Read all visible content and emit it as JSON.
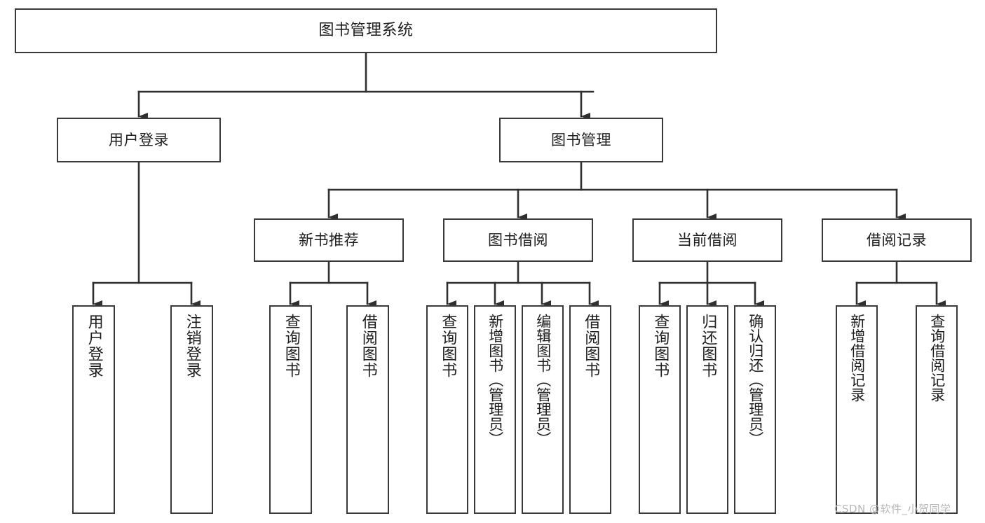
{
  "diagram": {
    "type": "tree-hierarchy",
    "title": "图书管理系统",
    "watermark": "CSDN @软件_小贺同学",
    "colors": {
      "box_border": "#3a3a3a",
      "box_fill": "#ffffff",
      "line": "#2f2f2f",
      "text": "#1d1d1d",
      "watermark": "#b9b9b9"
    },
    "root": {
      "label": "图书管理系统"
    },
    "level2": [
      {
        "id": "user-login",
        "label": "用户登录"
      },
      {
        "id": "book-management",
        "label": "图书管理"
      }
    ],
    "level3": [
      {
        "id": "new-book-recommend",
        "label": "新书推荐"
      },
      {
        "id": "book-borrow",
        "label": "图书借阅"
      },
      {
        "id": "current-borrow",
        "label": "当前借阅"
      },
      {
        "id": "borrow-record",
        "label": "借阅记录"
      }
    ],
    "leaves": {
      "user_login": [
        {
          "id": "leaf-user-login",
          "label": "用户登录"
        },
        {
          "id": "leaf-logout-login",
          "label": "注销登录"
        }
      ],
      "new_book_recommend": [
        {
          "id": "leaf-query-book-1",
          "label": "查询图书"
        },
        {
          "id": "leaf-borrow-book-1",
          "label": "借阅图书"
        }
      ],
      "book_borrow": [
        {
          "id": "leaf-query-book-2",
          "label": "查询图书"
        },
        {
          "id": "leaf-add-book-admin",
          "label": "新增图书（管理员）"
        },
        {
          "id": "leaf-edit-book-admin",
          "label": "编辑图书（管理员）"
        },
        {
          "id": "leaf-borrow-book-2",
          "label": "借阅图书"
        }
      ],
      "current_borrow": [
        {
          "id": "leaf-query-book-3",
          "label": "查询图书"
        },
        {
          "id": "leaf-return-book",
          "label": "归还图书"
        },
        {
          "id": "leaf-confirm-return-admin",
          "label": "确认归还（管理员）"
        }
      ],
      "borrow_record": [
        {
          "id": "leaf-add-borrow-record",
          "label": "新增借阅记录"
        },
        {
          "id": "leaf-query-borrow-record",
          "label": "查询借阅记录"
        }
      ]
    }
  }
}
